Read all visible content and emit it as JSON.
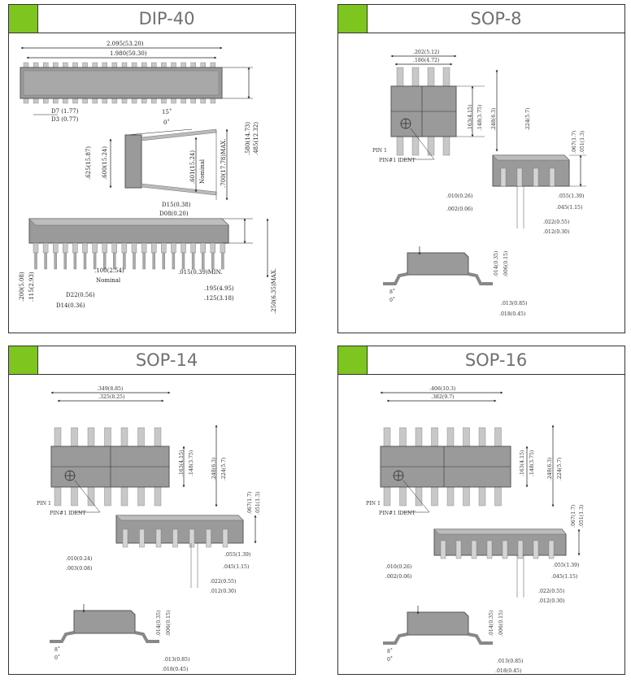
{
  "panels": {
    "dip40": {
      "title": "DIP-40",
      "dims": {
        "overall_length": "2.095(53.20)",
        "body_length": "1.980(50.30)",
        "d7": "D7 (1.77)",
        "d3": "D3 (0.77)",
        "angle_15": "15˚",
        "angle_0": "0˚",
        "h580": ".580(14.73)",
        "h485": ".485(12.32)",
        "w625": ".625(15.87)",
        "w600": ".600(15.24)",
        "w601": ".601(15.24)",
        "nominal": "Nominal",
        "w700": ".700(17.78)MAX.",
        "d15": "D15(0.38)",
        "d08": "D08(0.20)",
        "pitch": ".100(2.54)",
        "nominal2": "Nominal",
        "min015": ".015(0.39)MIN.",
        "h200": ".200(5.08)",
        "h115": ".115(2.93)",
        "d22": "D22(0.56)",
        "d14": "D14(0.36)",
        "d195": ".195(4.95)",
        "d125": ".125(3.18)",
        "max250": ".250(6.35)MAX."
      }
    },
    "sop8": {
      "title": "SOP-8",
      "dims": {
        "w202": ".202(5.12)",
        "w186": ".186(4.72)",
        "h163": ".163(4.15)",
        "h148": ".148(3.75)",
        "h248": ".248(6.3)",
        "h224": ".224(5.7)",
        "pin1": "PIN 1",
        "pin1ident": "PIN#1 IDENT",
        "h067": ".067(1.7)",
        "h051": ".051(1.3)",
        "t010": ".010(0.26)",
        "t002": ".002(0.06)",
        "p055": ".055(1.39)",
        "p045": ".045(1.15)",
        "l022": ".022(0.55)",
        "l012": ".012(0.30)",
        "h014": ".014(0.35)",
        "h006": ".006(0.15)",
        "angle_8": "8˚",
        "angle_0": "0˚",
        "f013": ".013(0.85)",
        "f018": ".018(0.45)"
      }
    },
    "sop14": {
      "title": "SOP-14",
      "dims": {
        "w349": ".349(8.85)",
        "w325": ".325(8.25)",
        "h163": ".163(4.15)",
        "h148": ".148(3.75)",
        "h248": ".248(6.3)",
        "h224": ".224(5.7)",
        "pin1": "PIN 1",
        "pin1ident": "PIN#1 IDENT",
        "h067": ".067(1.7)",
        "h051": ".051(1.3)",
        "t010": ".010(0.24)",
        "t003": ".003(0.08)",
        "p055": ".055(1.39)",
        "p045": ".045(1.15)",
        "l022": ".022(0.55)",
        "l012": ".012(0.30)",
        "h014": ".014(0.35)",
        "h006": ".006(0.15)",
        "angle_8": "8˚",
        "angle_0": "0˚",
        "f013": ".013(0.85)",
        "f018": ".018(0.45)"
      }
    },
    "sop16": {
      "title": "SOP-16",
      "dims": {
        "w406": ".406(10.3)",
        "w382": ".382(9.7)",
        "h163": ".163(4.15)",
        "h148": ".148(3.75)",
        "h248": ".248(6.3)",
        "h224": ".224(5.7)",
        "pin1": "PIN 1",
        "pin1ident": "PIN#1 IDENT",
        "h067": ".067(1.7)",
        "h051": ".051(1.3)",
        "t010": ".010(0.26)",
        "t002": ".002(0.06)",
        "p055": ".055(1.39)",
        "p045": ".045(1.15)",
        "l022": ".022(0.55)",
        "l012": ".012(0.30)",
        "h014": ".014(0.35)",
        "h006": ".006(0.15)",
        "angle_8": "8˚",
        "angle_0": "0˚",
        "f013": ".013(0.85)",
        "f018": ".018(0.45)"
      }
    }
  },
  "colors": {
    "accent": "#7ec51f",
    "body_gray": "#9a9a9a",
    "pin_gray": "#c8c8c8",
    "title_gray": "#707070"
  }
}
